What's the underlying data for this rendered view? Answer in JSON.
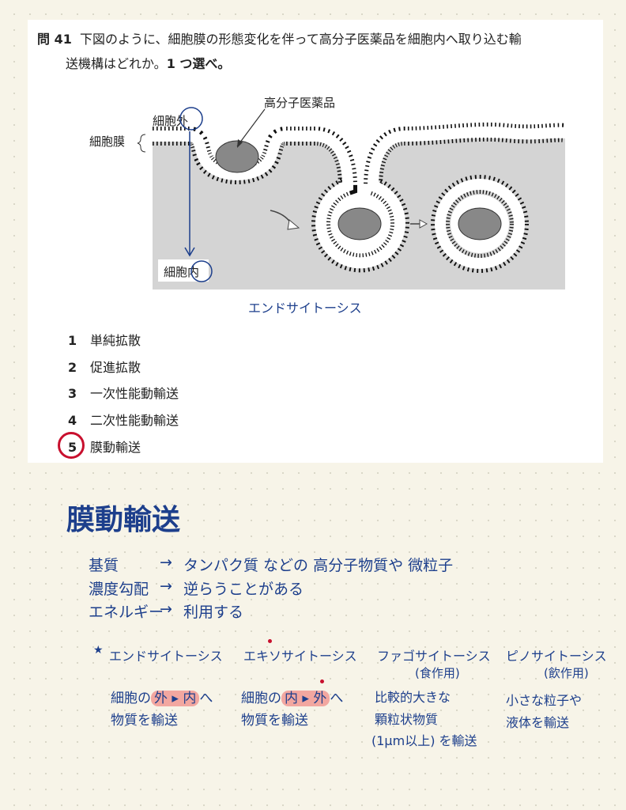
{
  "question": {
    "number": "問 41",
    "line1": "下図のように、細胞膜の形態変化を伴って高分子医薬品を細胞内へ取り込む輸",
    "line2_a": "送機構はどれか。",
    "line2_b": "1 つ選べ。"
  },
  "diagram": {
    "label_drug": "高分子医薬品",
    "label_outside": "細胞外",
    "label_membrane": "細胞膜",
    "label_inside": "細胞内",
    "annotation": "エンドサイトーシス"
  },
  "options": [
    {
      "num": "1",
      "text": "単純拡散"
    },
    {
      "num": "2",
      "text": "促進拡散"
    },
    {
      "num": "3",
      "text": "一次性能動輸送"
    },
    {
      "num": "4",
      "text": "二次性能動輸送"
    },
    {
      "num": "5",
      "text": "膜動輸送"
    }
  ],
  "selected_option": "5",
  "notes": {
    "heading": "膜動輸送",
    "rows": [
      {
        "key": "基質",
        "arrow": "→",
        "value": "タンパク質 などの 高分子物質や 微粒子"
      },
      {
        "key": "濃度勾配",
        "arrow": "→",
        "value": "逆らうことがある"
      },
      {
        "key": "エネルギー",
        "arrow": "→",
        "value": "利用する"
      }
    ],
    "star": "★",
    "types": [
      {
        "title": "エンドサイトーシス",
        "sub": "",
        "body1_pre": "細胞の",
        "body1_hl": "外 ▸ 内",
        "body1_post": "へ",
        "body2": "物質を輸送",
        "body3": ""
      },
      {
        "title": "エキソサイトーシス",
        "sub": "",
        "body1_pre": "細胞の",
        "body1_hl": "内 ▸ 外",
        "body1_post": "へ",
        "body2": "物質を輸送",
        "body3": ""
      },
      {
        "title": "ファゴサイトーシス",
        "sub": "(食作用)",
        "body1_pre": "比較的大きな",
        "body1_hl": "",
        "body1_post": "",
        "body2": "顆粒状物質",
        "body3": "(1μm以上) を輸送"
      },
      {
        "title": "ピノサイトーシス",
        "sub": "(飲作用)",
        "body1_pre": "小さな粒子や",
        "body1_hl": "",
        "body1_post": "",
        "body2": "液体を輸送",
        "body3": ""
      }
    ]
  },
  "colors": {
    "ink": "#1d3f8c",
    "highlight": "#f2a7a0",
    "mark": "#c8102e",
    "cell": "#d4d4d4"
  }
}
